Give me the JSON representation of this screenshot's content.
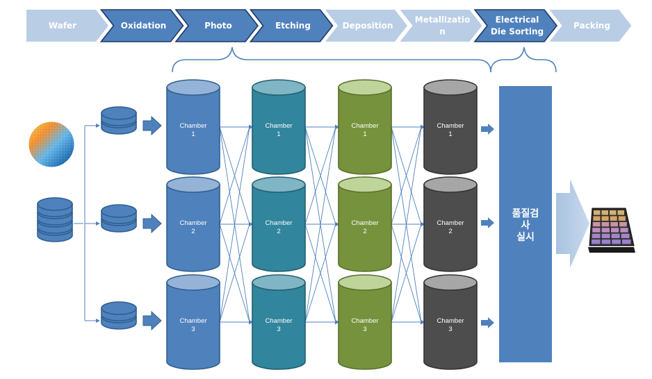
{
  "process_steps": [
    {
      "label_lines": [
        "Wafer"
      ],
      "active": false
    },
    {
      "label_lines": [
        "Oxidation"
      ],
      "active": true
    },
    {
      "label_lines": [
        "Photo"
      ],
      "active": true
    },
    {
      "label_lines": [
        "Etching"
      ],
      "active": true
    },
    {
      "label_lines": [
        "Deposition"
      ],
      "active": false
    },
    {
      "label_lines": [
        "Metallizatio",
        "n"
      ],
      "active": false
    },
    {
      "label_lines": [
        "Electrical",
        "Die Sorting"
      ],
      "active": true
    },
    {
      "label_lines": [
        "Packing"
      ],
      "active": false
    }
  ],
  "chamber_columns": [
    {
      "stage": "Photo",
      "color": "#4F81BD",
      "top_color": "#95B3D7",
      "stroke": "#2E5F8F",
      "chambers": [
        {
          "name": "Chamber",
          "num": "1"
        },
        {
          "name": "Chamber",
          "num": "2"
        },
        {
          "name": "Chamber",
          "num": "3"
        }
      ]
    },
    {
      "stage": "Etching",
      "color": "#31859C",
      "top_color": "#7FB5C4",
      "stroke": "#215F70",
      "chambers": [
        {
          "name": "Chamber",
          "num": "1"
        },
        {
          "name": "Chamber",
          "num": "2"
        },
        {
          "name": "Chamber",
          "num": "3"
        }
      ]
    },
    {
      "stage": "Deposition",
      "color": "#76923C",
      "top_color": "#BFD49A",
      "stroke": "#56702A",
      "chambers": [
        {
          "name": "Chamber",
          "num": "1"
        },
        {
          "name": "Chamber",
          "num": "2"
        },
        {
          "name": "Chamber",
          "num": "3"
        }
      ]
    },
    {
      "stage": "Metallization",
      "color": "#4D4D4D",
      "top_color": "#A6A6A6",
      "stroke": "#333333",
      "chambers": [
        {
          "name": "Chamber",
          "num": "1"
        },
        {
          "name": "Chamber",
          "num": "2"
        },
        {
          "name": "Chamber",
          "num": "3"
        }
      ]
    }
  ],
  "quality_check": {
    "label_lines": [
      "품질검",
      "사",
      "실시"
    ]
  },
  "colors": {
    "active_step": "#4F81BD",
    "inactive_step": "#B9CDE5",
    "step_border": "#1F3864",
    "accent_blue": "#4F81BD",
    "qc_fill": "#4F81BD",
    "connector": "#4F81BD"
  },
  "icons": {
    "wafer": "silicon-wafer-icon",
    "lot_stack": "wafer-lot-stack-icon",
    "output": "packaged-chip-tray-icon"
  }
}
